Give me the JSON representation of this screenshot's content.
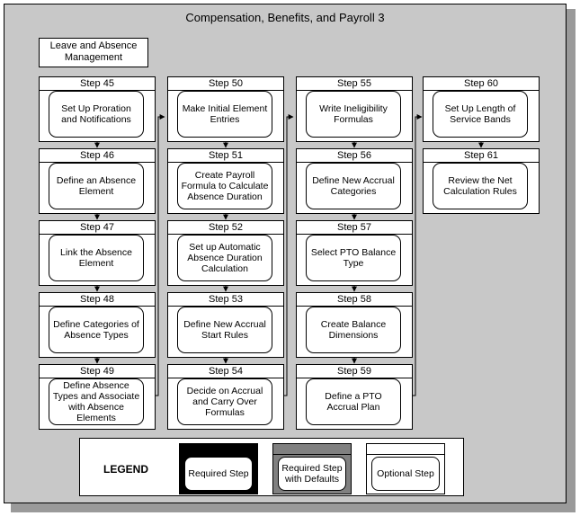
{
  "title": "Compensation, Benefits, and Payroll 3",
  "start_box": "Leave and Absence Management",
  "steps": [
    {
      "label": "Step 45",
      "text": "Set Up Proration and Notifications"
    },
    {
      "label": "Step 46",
      "text": "Define an Absence Element"
    },
    {
      "label": "Step 47",
      "text": "Link the Absence Element"
    },
    {
      "label": "Step 48",
      "text": "Define Categories of Absence Types"
    },
    {
      "label": "Step 49",
      "text": "Define Absence Types and Associate with Absence Elements"
    },
    {
      "label": "Step 50",
      "text": "Make Initial Element Entries"
    },
    {
      "label": "Step 51",
      "text": "Create Payroll Formula to Calculate Absence Duration"
    },
    {
      "label": "Step 52",
      "text": "Set up Automatic Absence Duration Calculation"
    },
    {
      "label": "Step 53",
      "text": "Define New Accrual Start Rules"
    },
    {
      "label": "Step 54",
      "text": "Decide on Accrual and Carry Over Formulas"
    },
    {
      "label": "Step 55",
      "text": "Write Ineligibility Formulas"
    },
    {
      "label": "Step 56",
      "text": "Define New Accrual Categories"
    },
    {
      "label": "Step 57",
      "text": "Select  PTO Balance Type"
    },
    {
      "label": "Step 58",
      "text": "Create Balance Dimensions"
    },
    {
      "label": "Step 59",
      "text": "Define a PTO Accrual Plan"
    },
    {
      "label": "Step 60",
      "text": "Set Up Length of Service Bands"
    },
    {
      "label": "Step 61",
      "text": "Review the Net Calculation Rules"
    }
  ],
  "legend": {
    "title": "LEGEND",
    "items": [
      {
        "text": "Required Step",
        "color": "#000000"
      },
      {
        "text": "Required Step with Defaults",
        "color": "#808080"
      },
      {
        "text": "Optional Step",
        "color": "#ffffff"
      }
    ]
  }
}
